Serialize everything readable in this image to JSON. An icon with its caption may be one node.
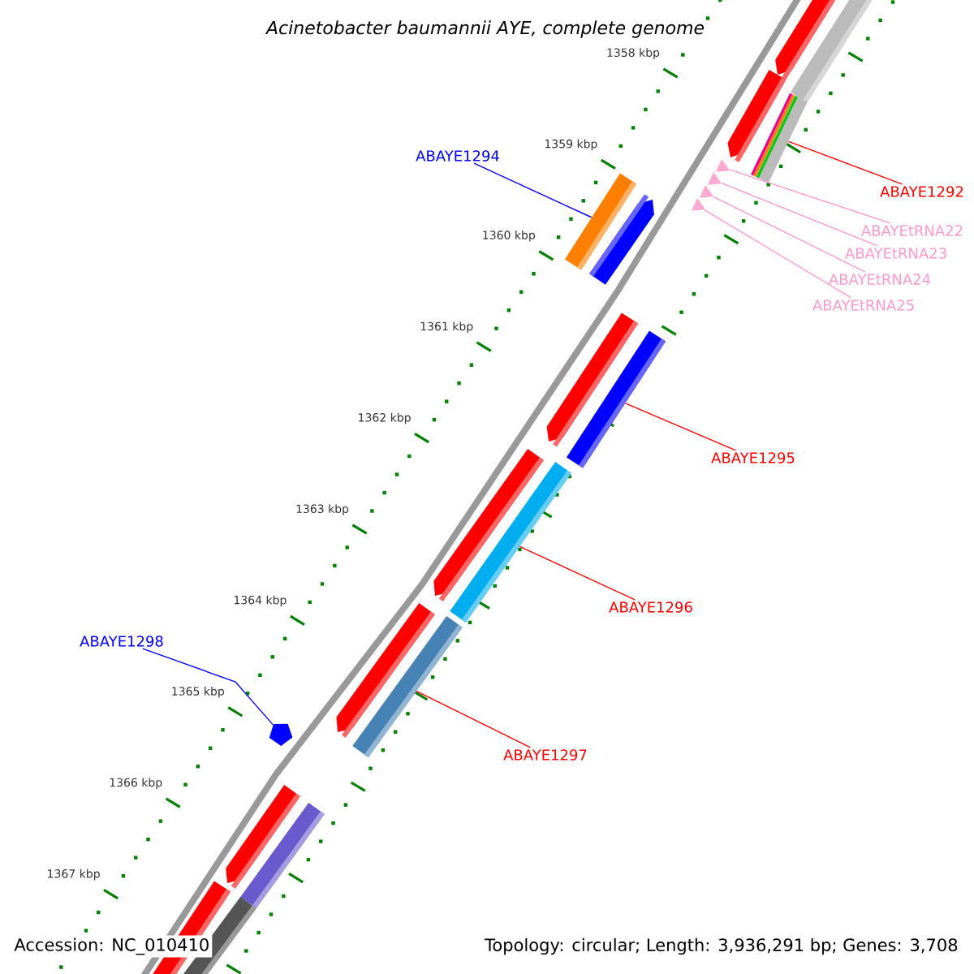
{
  "diagram": {
    "title": "Acinetobacter baumannii AYE, complete genome",
    "nodes": [
      {
        "text": [
          "ABAYE1294"
        ]
      },
      {
        "text": [
          "ABAYE1292"
        ]
      },
      {
        "text": [
          "ABAYEtRNA22"
        ]
      },
      {
        "text": [
          "ABAYEtRNA23"
        ]
      },
      {
        "text": [
          "ABAYEtRNA24"
        ]
      },
      {
        "text": [
          "ABAYEtRNA25"
        ]
      },
      {
        "text": [
          "ABAYE1295"
        ]
      },
      {
        "text": [
          "ABAYE1296"
        ]
      },
      {
        "text": [
          "ABAYE1298"
        ]
      },
      {
        "text": [
          "ABAYE1297"
        ]
      },
      {
        "text": [],
        "shape": "bar"
      },
      {
        "text": [],
        "shape": "bar"
      },
      {
        "text": [],
        "shape": "triangle"
      },
      {
        "text": [],
        "shape": "triangle"
      },
      {
        "text": [],
        "shape": "triangle"
      },
      {
        "text": [],
        "shape": "triangle"
      },
      {
        "text": [],
        "shape": "bar"
      },
      {
        "text": [],
        "shape": "bar"
      },
      {
        "text": [],
        "shape": "bar"
      },
      {
        "text": [],
        "shape": "pentagon"
      }
    ],
    "edges": [
      {
        "from": 0,
        "to": 10,
        "arrow": "none",
        "color": "#0000ff"
      },
      {
        "from": 1,
        "to": 11,
        "arrow": "none",
        "color": "#ff0000"
      },
      {
        "from": 2,
        "to": 12,
        "arrow": "none",
        "color": "#ff99cc"
      },
      {
        "from": 3,
        "to": 13,
        "arrow": "none",
        "color": "#ff99cc"
      },
      {
        "from": 4,
        "to": 14,
        "arrow": "none",
        "color": "#ff99cc"
      },
      {
        "from": 5,
        "to": 15,
        "arrow": "none",
        "color": "#ff99cc"
      },
      {
        "from": 6,
        "to": 16,
        "arrow": "none",
        "color": "#ff0000"
      },
      {
        "from": 7,
        "to": 17,
        "arrow": "none",
        "color": "#ff0000"
      },
      {
        "from": 8,
        "to": 19,
        "arrow": "none",
        "color": "#0000ff"
      },
      {
        "from": 9,
        "to": 18,
        "arrow": "none",
        "color": "#ff0000"
      }
    ],
    "labels": [
      "1358 kbp",
      "1359 kbp",
      "1360 kbp",
      "1361 kbp",
      "1362 kbp",
      "1363 kbp",
      "1364 kbp",
      "1365 kbp",
      "1366 kbp",
      "1367 kbp",
      "Accession: NC_010410",
      "Topology: circular; Length: 3,936,291 bp; Genes: 3,708"
    ]
  }
}
